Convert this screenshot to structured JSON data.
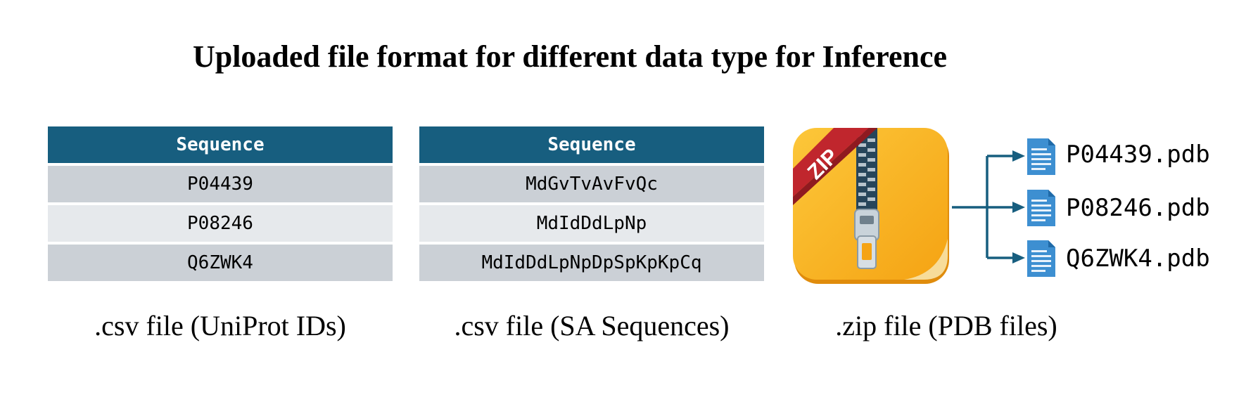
{
  "title": "Uploaded file format for different data type for Inference",
  "tables": [
    {
      "header": "Sequence",
      "rows": [
        "P04439",
        "P08246",
        "Q6ZWK4"
      ],
      "caption": ".csv file (UniProt IDs)"
    },
    {
      "header": "Sequence",
      "rows": [
        "MdGvTvAvFvQc",
        "MdIdDdLpNp",
        "MdIdDdLpNpDpSpKpKpCq"
      ],
      "caption": ".csv file (SA Sequences)"
    }
  ],
  "zip": {
    "badge": "ZIP",
    "files": [
      "P04439.pdb",
      "P08246.pdb",
      "Q6ZWK4.pdb"
    ],
    "caption": ".zip file (PDB files)"
  },
  "colors": {
    "header": "#175e7f",
    "row_dark": "#cbd0d6",
    "row_light": "#e6e9ec",
    "zip": "#f9b21a",
    "ribbon": "#c0262d",
    "file": "#3d8fd1",
    "arrow": "#175e7f"
  }
}
